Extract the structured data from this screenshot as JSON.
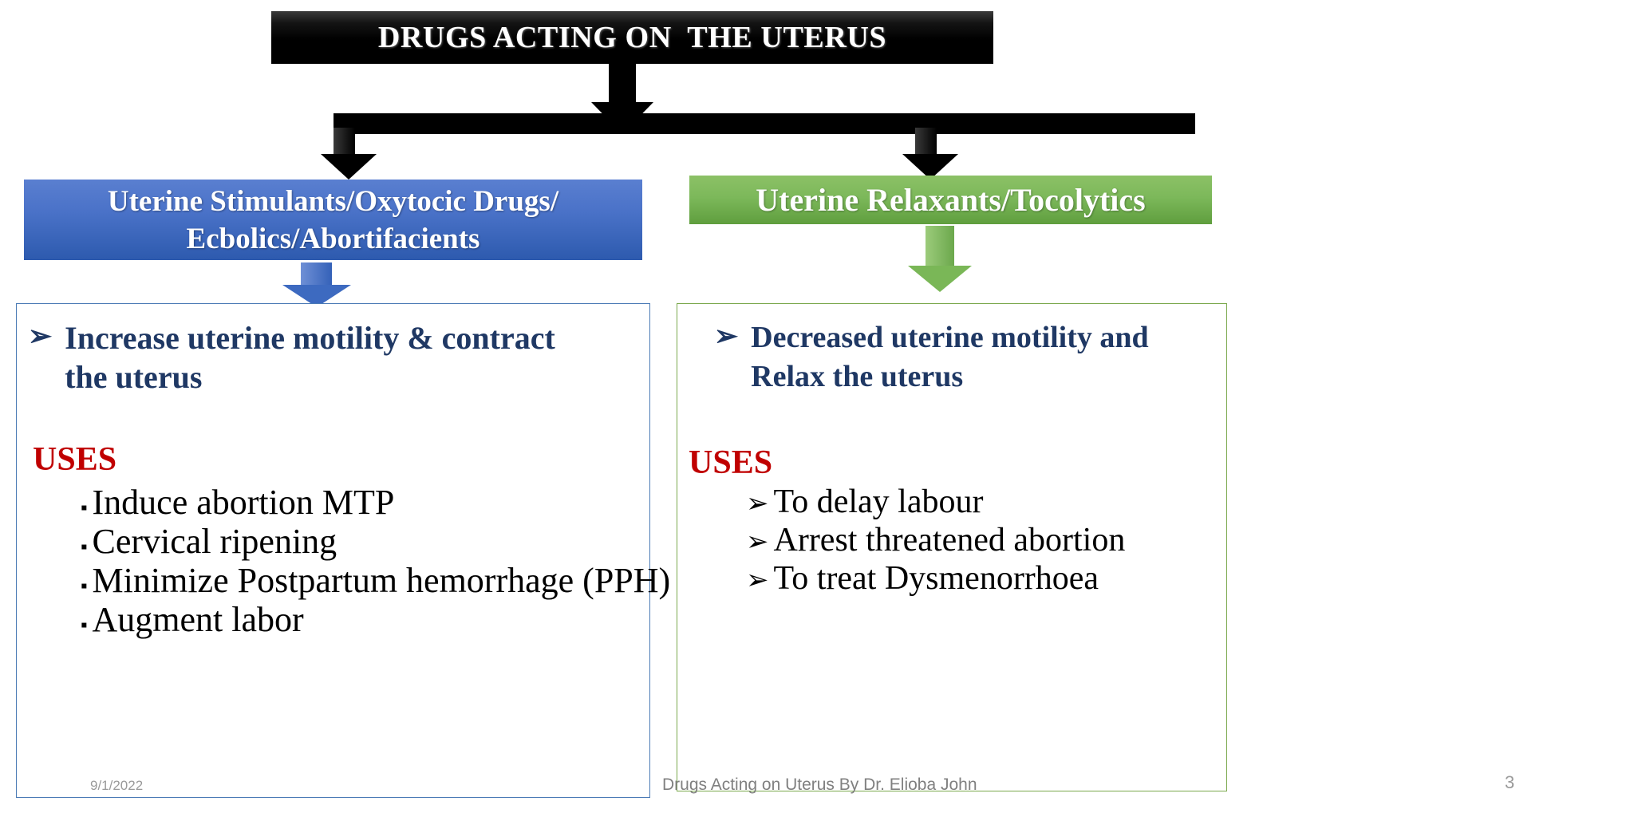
{
  "slide": {
    "title": "DRUGS ACTING ON  THE UTERUS",
    "page_number": "3",
    "colors": {
      "title_bar": "#000000",
      "left_header": "#4a72c8",
      "right_header": "#7cb85a",
      "headline_text": "#1f3864",
      "uses_text": "#c00000",
      "left_box_border": "#4a7ab5",
      "right_box_border": "#7aa84c"
    }
  },
  "left_branch": {
    "header_line1": "Uterine Stimulants/Oxytocic Drugs/",
    "header_line2": "Ecbolics/Abortifacients",
    "headline": "Increase uterine motility & contract the uterus",
    "uses_label": "USES",
    "bullet_marker": "▪",
    "headline_marker": "➢",
    "uses": [
      "Induce abortion MTP",
      "Cervical ripening",
      "Minimize Postpartum hemorrhage (PPH)",
      "Augment labor"
    ]
  },
  "right_branch": {
    "header_line1": "Uterine Relaxants/Tocolytics",
    "headline": "Decreased uterine motility and Relax the uterus",
    "uses_label": "USES",
    "bullet_marker": "➢",
    "headline_marker": "➢",
    "uses": [
      "To delay labour",
      "Arrest threatened  abortion",
      "To treat Dysmenorrhoea"
    ]
  },
  "footer": {
    "date": "9/1/2022",
    "center_text": "Drugs Acting on Uterus By Dr. Elioba John",
    "page_number": "3"
  }
}
